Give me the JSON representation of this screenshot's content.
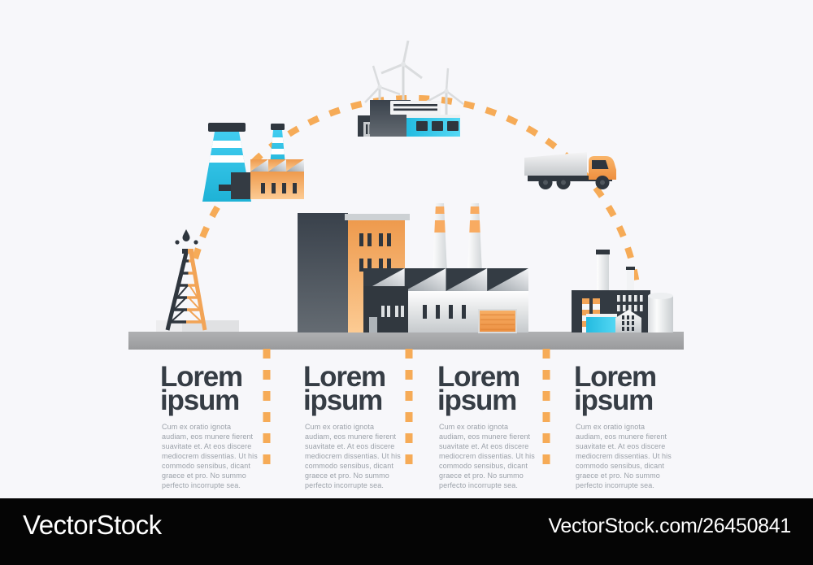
{
  "canvas": {
    "background": "#F7F7FA"
  },
  "colors": {
    "accent_orange": "#F6AB57",
    "cyan": "#35C8EB",
    "dark_slate": "#2F363E",
    "heading_text": "#363D45",
    "body_text": "#9BA1A9",
    "ground_gray": "#A5A6A8",
    "watermark_bar": "#050505"
  },
  "icons": [
    {
      "name": "orange-factory-icon",
      "desc": "factory with cyan cooling tower and striped chimney"
    },
    {
      "name": "wind-power-factory-icon",
      "desc": "plant with three wind turbines"
    },
    {
      "name": "dump-truck-icon",
      "desc": "orange cab dump truck"
    },
    {
      "name": "oil-derrick-icon",
      "desc": "lattice oil rig with oil drops"
    },
    {
      "name": "large-factory-icon",
      "desc": "factory hall with two striped chimneys and orange building"
    },
    {
      "name": "industrial-plant-icon",
      "desc": "plant with chimneys, cyan hall, gable annex and tank"
    },
    {
      "name": "dashed-arc",
      "desc": "orange dashed dome connector"
    },
    {
      "name": "dashed-divider",
      "desc": "orange vertical dashed separator"
    }
  ],
  "columns": [
    {
      "heading_line1": "Lorem",
      "heading_line2": "ipsum",
      "body": "Cum ex oratio ignota audiam, eos munere fierent suavitate et. At eos discere mediocrem dissentias. Ut his commodo sensibus, dicant graece et pro. No summo perfecto incorrupte sea."
    },
    {
      "heading_line1": "Lorem",
      "heading_line2": "ipsum",
      "body": "Cum ex oratio ignota audiam, eos munere fierent suavitate et. At eos discere mediocrem dissentias. Ut his commodo sensibus, dicant graece et pro. No summo perfecto incorrupte sea."
    },
    {
      "heading_line1": "Lorem",
      "heading_line2": "ipsum",
      "body": "Cum ex oratio ignota audiam, eos munere fierent suavitate et. At eos discere mediocrem dissentias. Ut his commodo sensibus, dicant graece et pro. No summo perfecto incorrupte sea."
    },
    {
      "heading_line1": "Lorem",
      "heading_line2": "ipsum",
      "body": "Cum ex oratio ignota audiam, eos munere fierent suavitate et. At eos discere mediocrem dissentias. Ut his commodo sensibus, dicant graece et pro. No summo perfecto incorrupte sea."
    }
  ],
  "watermark": {
    "logo_text": "VectorStock",
    "image_ref_text": "VectorStock.com/26450841"
  }
}
